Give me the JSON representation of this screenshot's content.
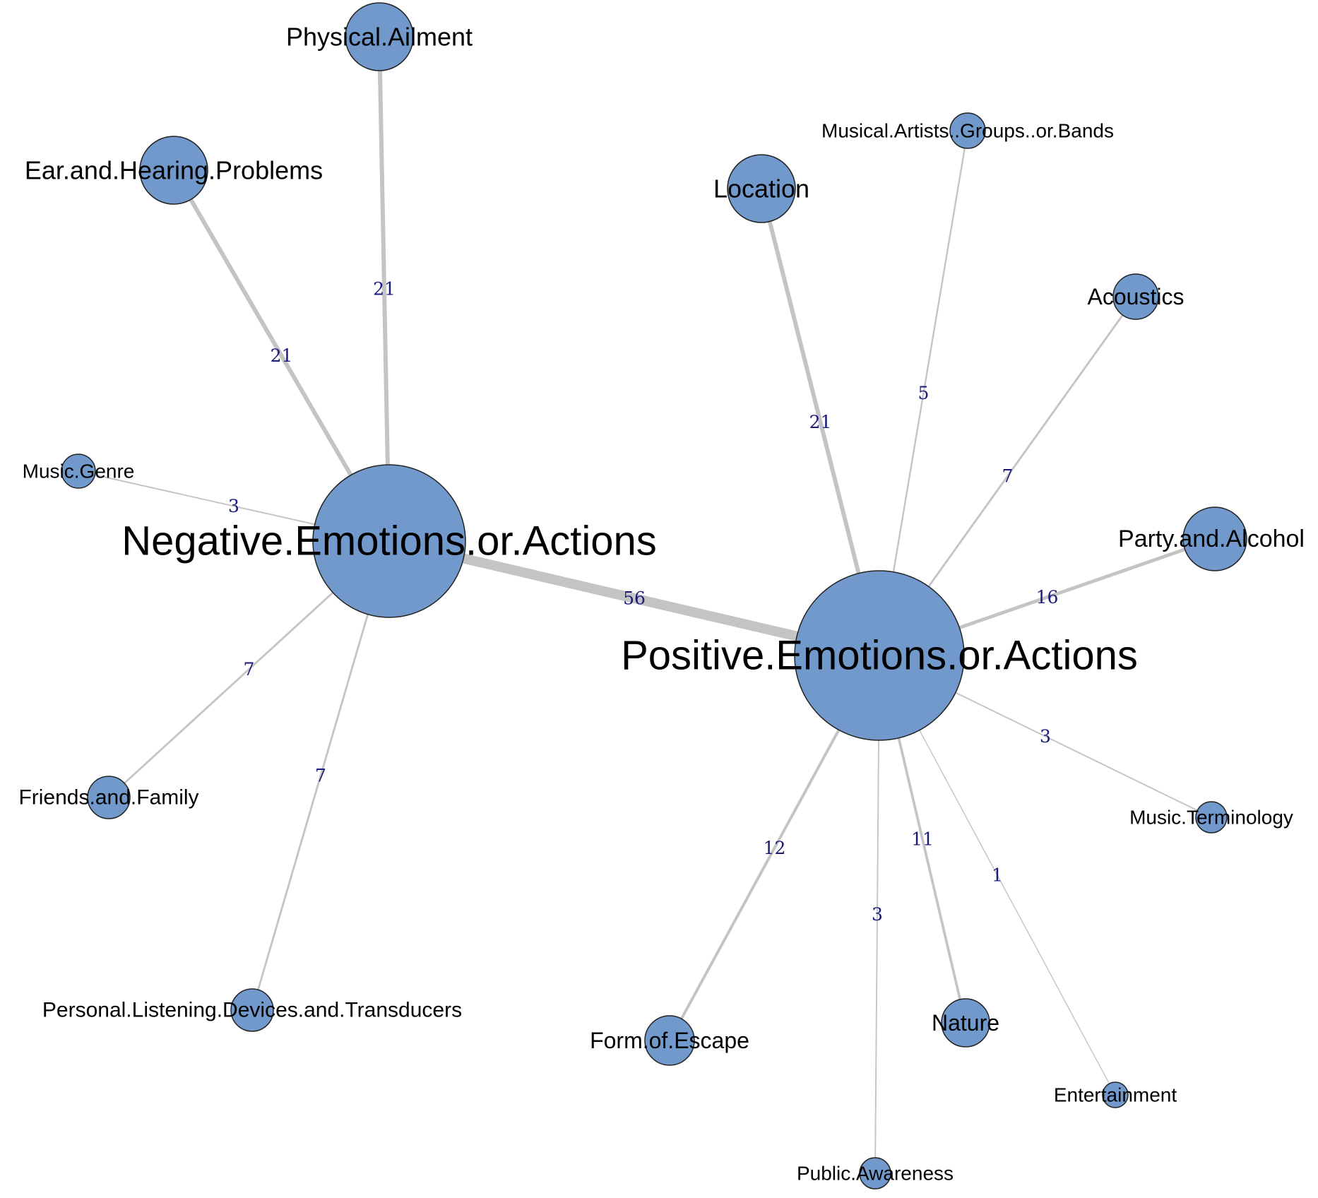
{
  "colors": {
    "node_fill": "#7199cc",
    "node_stroke": "#222222",
    "edge": "#c4c4c4",
    "edge_label": "#1a1a7a",
    "node_label": "#000000",
    "background": "#ffffff"
  },
  "network": {
    "nodes": [
      {
        "id": "neg",
        "label": "Negative.Emotions.or.Actions"
      },
      {
        "id": "pos",
        "label": "Positive.Emotions.or.Actions"
      },
      {
        "id": "phys",
        "label": "Physical.Ailment"
      },
      {
        "id": "ear",
        "label": "Ear.and.Hearing.Problems"
      },
      {
        "id": "genre",
        "label": "Music.Genre"
      },
      {
        "id": "friends",
        "label": "Friends.and.Family"
      },
      {
        "id": "pld",
        "label": "Personal.Listening.Devices.and.Transducers"
      },
      {
        "id": "loc",
        "label": "Location"
      },
      {
        "id": "artists",
        "label": "Musical.Artists..Groups..or.Bands"
      },
      {
        "id": "acoustics",
        "label": "Acoustics"
      },
      {
        "id": "party",
        "label": "Party.and.Alcohol"
      },
      {
        "id": "term",
        "label": "Music.Terminology"
      },
      {
        "id": "ent",
        "label": "Entertainment"
      },
      {
        "id": "nature",
        "label": "Nature"
      },
      {
        "id": "public",
        "label": "Public.Awareness"
      },
      {
        "id": "escape",
        "label": "Form.of.Escape"
      }
    ],
    "edges": [
      {
        "source": "neg",
        "target": "pos",
        "weight": "56"
      },
      {
        "source": "neg",
        "target": "phys",
        "weight": "21"
      },
      {
        "source": "neg",
        "target": "ear",
        "weight": "21"
      },
      {
        "source": "neg",
        "target": "genre",
        "weight": "3"
      },
      {
        "source": "neg",
        "target": "friends",
        "weight": "7"
      },
      {
        "source": "neg",
        "target": "pld",
        "weight": "7"
      },
      {
        "source": "pos",
        "target": "loc",
        "weight": "21"
      },
      {
        "source": "pos",
        "target": "artists",
        "weight": "5"
      },
      {
        "source": "pos",
        "target": "acoustics",
        "weight": "7"
      },
      {
        "source": "pos",
        "target": "party",
        "weight": "16"
      },
      {
        "source": "pos",
        "target": "term",
        "weight": "3"
      },
      {
        "source": "pos",
        "target": "ent",
        "weight": "1"
      },
      {
        "source": "pos",
        "target": "nature",
        "weight": "11"
      },
      {
        "source": "pos",
        "target": "public",
        "weight": "3"
      },
      {
        "source": "pos",
        "target": "escape",
        "weight": "12"
      }
    ]
  }
}
